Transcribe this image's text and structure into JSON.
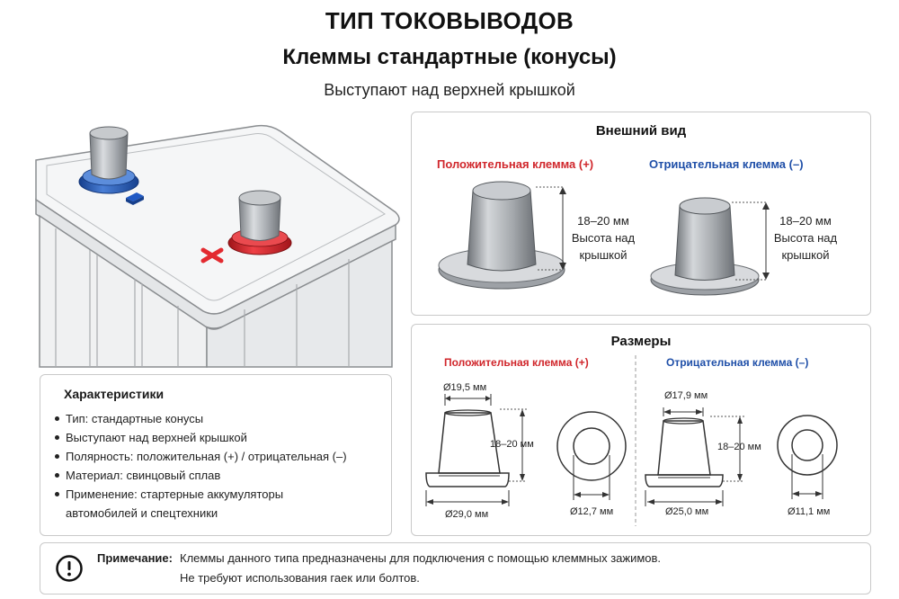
{
  "header": {
    "title": "ТИП ТОКОВЫВОДОВ",
    "subtitle": "Клеммы стандартные (конусы)",
    "note": "Выступают над верхней крышкой"
  },
  "external_view": {
    "title": "Внешний вид",
    "positive_label": "Положительная клемма (+)",
    "negative_label": "Отрицательная клемма (–)",
    "positive_height": [
      "18–20 мм",
      "Высота над",
      "крышкой"
    ],
    "negative_height": [
      "18–20 мм",
      "Высота над",
      "крышкой"
    ]
  },
  "dimensions": {
    "title": "Размеры",
    "positive_label": "Положительная клемма (+)",
    "negative_label": "Отрицательная клемма (–)",
    "positive": {
      "top_diameter": "Ø19,5 мм",
      "height": "18–20 мм",
      "base_diameter": "Ø29,0 мм",
      "inner_diameter": "Ø12,7 мм"
    },
    "negative": {
      "top_diameter": "Ø17,9 мм",
      "height": "18–20 мм",
      "base_diameter": "Ø25,0 мм",
      "inner_diameter": "Ø11,1 мм"
    }
  },
  "characteristics": {
    "title": "Характеристики",
    "items": [
      "Тип: стандартные конусы",
      "Выступают над верхней крышкой",
      "Полярность: положительная (+) / отрицательная (–)",
      "Материал: свинцовый сплав",
      "Применение: стартерные аккумуляторы"
    ],
    "item_continuation": "автомобилей и спецтехники"
  },
  "note": {
    "label": "Примечание:",
    "line1": "Клеммы данного типа предназначены для подключения с помощью клеммных зажимов.",
    "line2": "Не требуют использования гаек или болтов."
  },
  "colors": {
    "positive": "#d0262b",
    "negative": "#1f4fa8",
    "terminal_metal": "#a9adb2",
    "border": "#c9c9c9"
  },
  "icons": {
    "note_icon": "exclamation-circle-icon",
    "positive_sign": "plus-sign-icon",
    "negative_sign": "minus-sign-icon"
  }
}
